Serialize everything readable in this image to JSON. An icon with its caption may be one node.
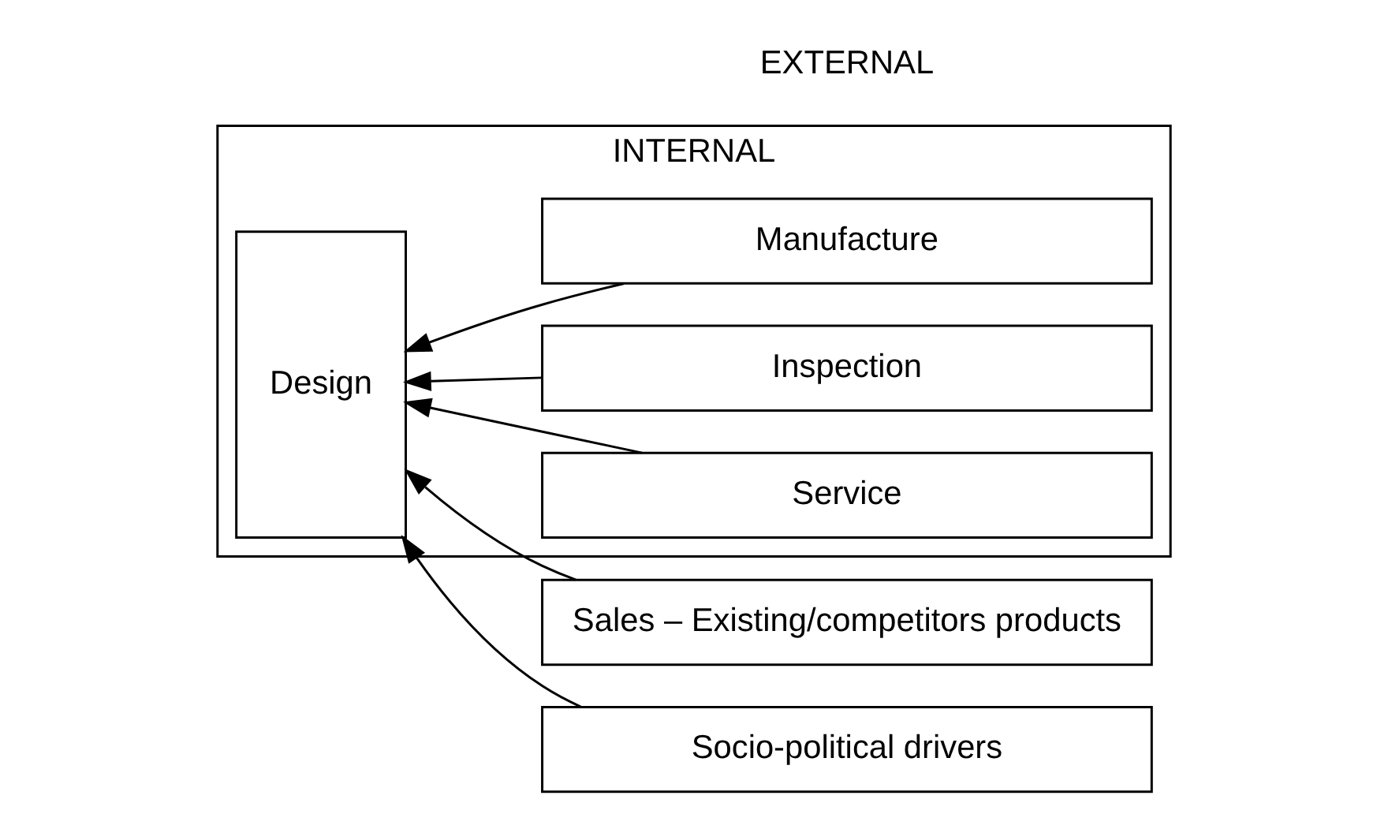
{
  "diagram": {
    "nodes": [
      {
        "text": [
          "INTERNAL"
        ]
      },
      {
        "text": [
          "Design"
        ],
        "in": 0
      },
      {
        "text": [
          "Manufacture"
        ],
        "in": 0
      },
      {
        "text": [
          "Inspection"
        ],
        "in": 0
      },
      {
        "text": [
          "Service"
        ],
        "in": 0
      },
      {
        "text": [
          "Sales – Existing/competitors products"
        ]
      },
      {
        "text": [
          "Socio-political drivers"
        ]
      }
    ],
    "edges": [
      {
        "from": 2,
        "to": 1,
        "arrow": "to"
      },
      {
        "from": 3,
        "to": 1,
        "arrow": "to"
      },
      {
        "from": 4,
        "to": 1,
        "arrow": "to"
      },
      {
        "from": 5,
        "to": 1,
        "arrow": "to"
      },
      {
        "from": 6,
        "to": 1,
        "arrow": "to"
      }
    ],
    "labels": [
      "EXTERNAL"
    ]
  }
}
